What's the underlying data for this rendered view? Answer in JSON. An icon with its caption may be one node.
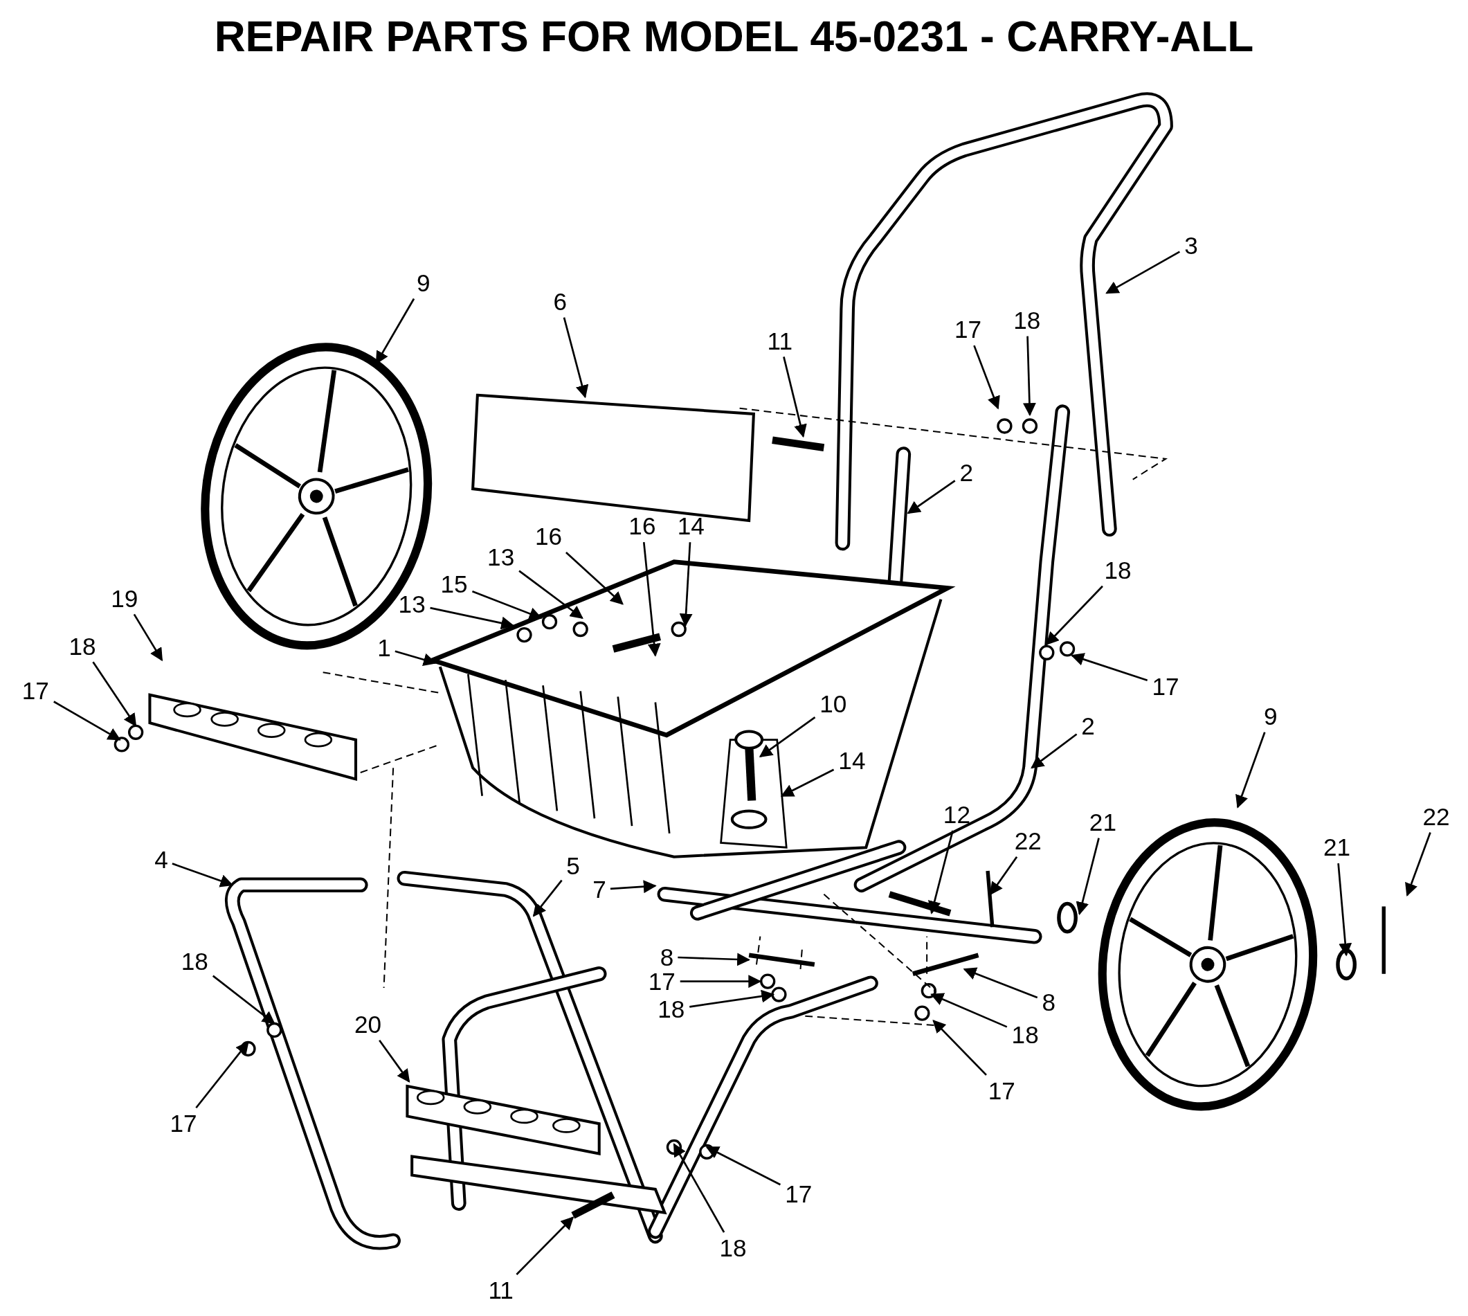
{
  "diagram": {
    "title": "REPAIR PARTS FOR MODEL 45-0231 - CARRY-ALL",
    "nodes": [
      {
        "text": [
          "3"
        ]
      },
      {
        "text": [
          "9"
        ]
      },
      {
        "text": [
          "6"
        ]
      },
      {
        "text": [
          "11"
        ]
      },
      {
        "text": [
          "17"
        ]
      },
      {
        "text": [
          "18"
        ]
      },
      {
        "text": [
          "2"
        ]
      },
      {
        "text": [
          "16"
        ]
      },
      {
        "text": [
          "16"
        ]
      },
      {
        "text": [
          "14"
        ]
      },
      {
        "text": [
          "13"
        ]
      },
      {
        "text": [
          "15"
        ]
      },
      {
        "text": [
          "13"
        ]
      },
      {
        "text": [
          "18"
        ]
      },
      {
        "text": [
          "19"
        ]
      },
      {
        "text": [
          "1"
        ]
      },
      {
        "text": [
          "18"
        ]
      },
      {
        "text": [
          "17"
        ]
      },
      {
        "text": [
          "17"
        ]
      },
      {
        "text": [
          "10"
        ]
      },
      {
        "text": [
          "2"
        ]
      },
      {
        "text": [
          "9"
        ]
      },
      {
        "text": [
          "14"
        ]
      },
      {
        "text": [
          "12"
        ]
      },
      {
        "text": [
          "21"
        ]
      },
      {
        "text": [
          "22"
        ]
      },
      {
        "text": [
          "22"
        ]
      },
      {
        "text": [
          "21"
        ]
      },
      {
        "text": [
          "4"
        ]
      },
      {
        "text": [
          "5"
        ]
      },
      {
        "text": [
          "7"
        ]
      },
      {
        "text": [
          "8"
        ]
      },
      {
        "text": [
          "18"
        ]
      },
      {
        "text": [
          "17"
        ]
      },
      {
        "text": [
          "8"
        ]
      },
      {
        "text": [
          "18"
        ]
      },
      {
        "text": [
          "20"
        ]
      },
      {
        "text": [
          "18"
        ]
      },
      {
        "text": [
          "17"
        ]
      },
      {
        "text": [
          "17"
        ]
      },
      {
        "text": [
          "17"
        ]
      },
      {
        "text": [
          "18"
        ]
      },
      {
        "text": [
          "11"
        ]
      }
    ],
    "edges": [
      {
        "from": 0,
        "to": null,
        "arrow": "to"
      },
      {
        "from": 1,
        "to": null,
        "arrow": "to"
      },
      {
        "from": 2,
        "to": null,
        "arrow": "to"
      },
      {
        "from": 3,
        "to": null,
        "arrow": "to"
      },
      {
        "from": 4,
        "to": null,
        "arrow": "to"
      },
      {
        "from": 5,
        "to": null,
        "arrow": "to"
      },
      {
        "from": 6,
        "to": null,
        "arrow": "to"
      },
      {
        "from": 7,
        "to": null,
        "arrow": "to"
      },
      {
        "from": 8,
        "to": null,
        "arrow": "to"
      },
      {
        "from": 9,
        "to": null,
        "arrow": "to"
      },
      {
        "from": 10,
        "to": null,
        "arrow": "to"
      },
      {
        "from": 11,
        "to": null,
        "arrow": "to"
      },
      {
        "from": 12,
        "to": null,
        "arrow": "to"
      },
      {
        "from": 13,
        "to": null,
        "arrow": "to"
      },
      {
        "from": 14,
        "to": null,
        "arrow": "to"
      },
      {
        "from": 15,
        "to": null,
        "arrow": "to"
      },
      {
        "from": 16,
        "to": null,
        "arrow": "to"
      },
      {
        "from": 17,
        "to": null,
        "arrow": "to"
      },
      {
        "from": 18,
        "to": null,
        "arrow": "to"
      },
      {
        "from": 19,
        "to": null,
        "arrow": "to"
      },
      {
        "from": 20,
        "to": null,
        "arrow": "to"
      },
      {
        "from": 21,
        "to": null,
        "arrow": "to"
      },
      {
        "from": 22,
        "to": null,
        "arrow": "to"
      },
      {
        "from": 23,
        "to": null,
        "arrow": "to"
      },
      {
        "from": 24,
        "to": null,
        "arrow": "to"
      },
      {
        "from": 25,
        "to": null,
        "arrow": "to"
      },
      {
        "from": 26,
        "to": null,
        "arrow": "to"
      },
      {
        "from": 27,
        "to": null,
        "arrow": "to"
      },
      {
        "from": 28,
        "to": null,
        "arrow": "to"
      },
      {
        "from": 29,
        "to": null,
        "arrow": "to"
      },
      {
        "from": 30,
        "to": null,
        "arrow": "to"
      },
      {
        "from": 31,
        "to": null,
        "arrow": "to"
      },
      {
        "from": 32,
        "to": null,
        "arrow": "to"
      },
      {
        "from": 33,
        "to": null,
        "arrow": "to"
      },
      {
        "from": 34,
        "to": null,
        "arrow": "to"
      },
      {
        "from": 35,
        "to": null,
        "arrow": "to"
      },
      {
        "from": 36,
        "to": null,
        "arrow": "to"
      },
      {
        "from": 37,
        "to": null,
        "arrow": "to"
      },
      {
        "from": 38,
        "to": null,
        "arrow": "to"
      },
      {
        "from": 39,
        "to": null,
        "arrow": "to"
      },
      {
        "from": 40,
        "to": null,
        "arrow": "to"
      },
      {
        "from": 41,
        "to": null,
        "arrow": "to"
      },
      {
        "from": 42,
        "to": null,
        "arrow": "to"
      }
    ]
  }
}
